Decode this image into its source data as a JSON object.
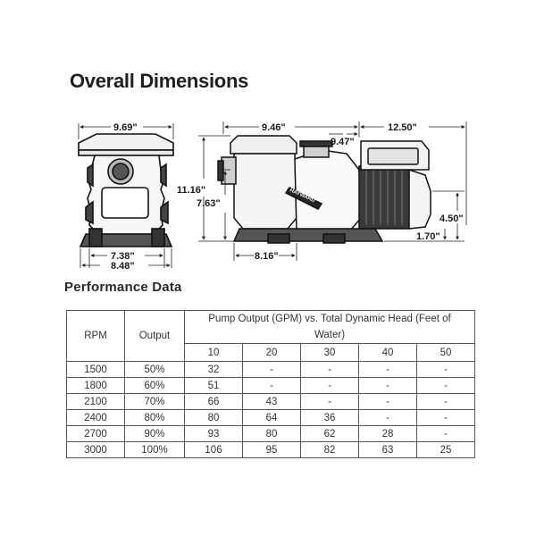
{
  "title": "Overall Dimensions",
  "dimensions": {
    "front_top_width": "9.69\"",
    "front_bottom_inner": "7.38\"",
    "front_bottom_outer": "8.48\"",
    "side_top_left": "9.46\"",
    "side_top_right": "12.50\"",
    "side_mid_top": "9.47\"",
    "side_total_height": "11.16\"",
    "side_inlet_height": "7.63\"",
    "side_bottom": "8.16\"",
    "side_right_upper": "4.50\"",
    "side_right_lower": "1.70\""
  },
  "brand_mark": "HAYWARD",
  "performance": {
    "title": "Performance  Data",
    "col_rpm": "RPM",
    "col_output": "Output",
    "col_group": "Pump Output (GPM) vs. Total Dynamic Head (Feet of Water)",
    "head_values": [
      "10",
      "20",
      "30",
      "40",
      "50"
    ],
    "rows": [
      {
        "rpm": "1500",
        "output": "50%",
        "values": [
          "32",
          "-",
          "-",
          "-",
          "-"
        ]
      },
      {
        "rpm": "1800",
        "output": "60%",
        "values": [
          "51",
          "-",
          "-",
          "-",
          "-"
        ]
      },
      {
        "rpm": "2100",
        "output": "70%",
        "values": [
          "66",
          "43",
          "-",
          "-",
          "-"
        ]
      },
      {
        "rpm": "2400",
        "output": "80%",
        "values": [
          "80",
          "64",
          "36",
          "-",
          "-"
        ]
      },
      {
        "rpm": "2700",
        "output": "90%",
        "values": [
          "93",
          "80",
          "62",
          "28",
          "-"
        ]
      },
      {
        "rpm": "3000",
        "output": "100%",
        "values": [
          "106",
          "95",
          "82",
          "63",
          "25"
        ]
      }
    ]
  }
}
